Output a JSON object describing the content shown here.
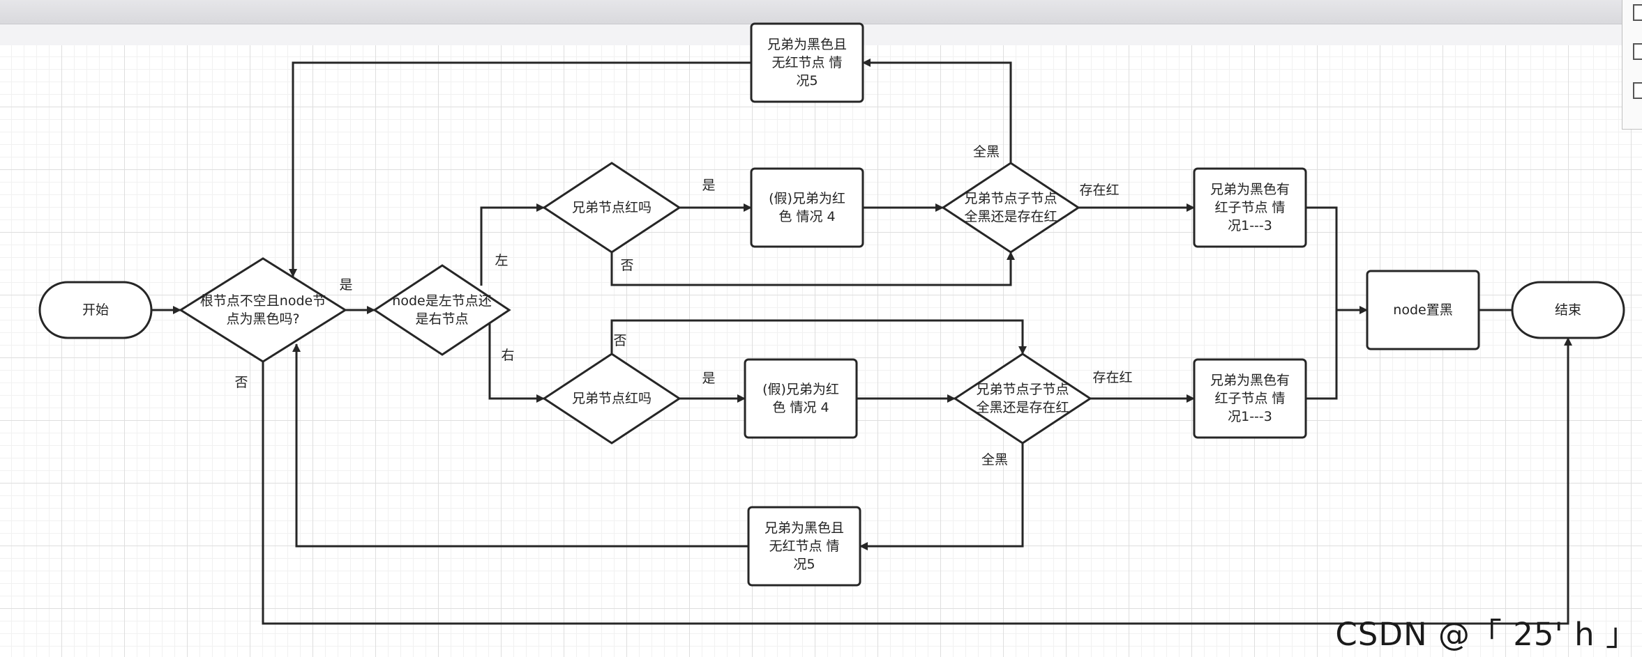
{
  "nodes": {
    "start": "开始",
    "cond_root": "根节点不空且node节\n点为黑色吗?",
    "cond_side": "node是左节点还\n是右节点",
    "cond_red_top": "兄弟节点红吗",
    "case4_top": "(假)兄弟为红\n色 情况 4",
    "cond_child_top": "兄弟节点子节点\n全黑还是存在红",
    "case13_top": "兄弟为黑色有\n红子节点 情\n况1---3",
    "case5_top": "兄弟为黑色且\n无红节点 情\n况5",
    "cond_red_bottom": "兄弟节点红吗",
    "case4_bottom": "(假)兄弟为红\n色 情况 4",
    "cond_child_bottom": "兄弟节点子节点\n全黑还是存在红",
    "case13_bottom": "兄弟为黑色有\n红子节点 情\n况1---3",
    "case5_bottom": "兄弟为黑色且\n无红节点 情\n况5",
    "set_black": "node置黑",
    "end": "结束"
  },
  "edge_labels": {
    "yes_root": "是",
    "no_root": "否",
    "left": "左",
    "right": "右",
    "yes_top": "是",
    "no_top": "否",
    "yes_bottom": "是",
    "no_bottom": "否",
    "all_black_top": "全黑",
    "has_red_top": "存在红",
    "all_black_bottom": "全黑",
    "has_red_bottom": "存在红"
  },
  "watermark": "CSDN @「 25' h 」",
  "colors": {
    "stroke": "#262626",
    "fill": "#ffffff",
    "grid": "#dedede",
    "text": "#222222"
  }
}
